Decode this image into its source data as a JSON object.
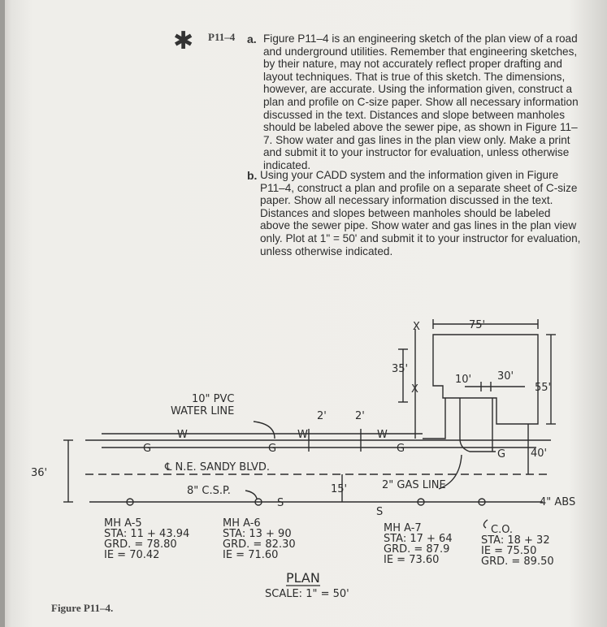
{
  "problem": {
    "mark": "✱",
    "number": "P11–4",
    "items": [
      {
        "label": "a.",
        "text": "Figure P11–4 is an engineering sketch of the plan view of a road and underground utilities. Remember that engineering sketches, by their nature, may not accurately reflect proper drafting and layout techniques. That is true of this sketch. The dimensions, however, are accurate. Using the information given, construct a plan and profile on C-size paper. Show all necessary information discussed in the text. Distances and slope between manholes should be labeled above the sewer pipe, as shown in Figure 11–7. Show water and gas lines in the plan view only. Make a print and submit it to your instructor for evaluation, unless otherwise indicated."
      },
      {
        "label": "b.",
        "text": "Using your CADD system and the information given in Figure P11–4, construct a plan and profile on a separate sheet of C-size paper. Show all necessary information discussed in the text. Distances and slopes between manholes should be labeled above the sewer pipe. Show water and gas lines in the plan view only. Plot at 1\" = 50' and submit it to your instructor for evaluation, unless otherwise indicated."
      }
    ]
  },
  "sketch": {
    "water_line_label_1": "10\" PVC",
    "water_line_label_2": "WATER LINE",
    "water_symbol": "W",
    "gas_symbol": "G",
    "sewer_symbol": "S",
    "x_symbol": "X",
    "road_name": "℄ N.E. SANDY BLVD.",
    "sewer_pipe_label": "8\" C.S.P.",
    "gas_line_label": "2\" GAS LINE",
    "abs_label": "4\" ABS",
    "dims": {
      "road_width": "36'",
      "building_width": "75'",
      "building_depth": "55'",
      "building_setback": "35'",
      "notch_left": "10'",
      "notch_right": "30'",
      "service_offset": "40'",
      "water_offset_1": "2'",
      "water_offset_2": "2'",
      "sewer_offset": "15'"
    },
    "manholes": [
      {
        "name": "MH A-5",
        "sta": "STA: 11 + 43.94",
        "grd": "GRD. = 78.80",
        "ie": "IE = 70.42"
      },
      {
        "name": "MH A-6",
        "sta": "STA: 13 + 90",
        "grd": "GRD. = 82.30",
        "ie": "IE = 71.60"
      },
      {
        "name": "MH A-7",
        "sta": "STA: 17 + 64",
        "grd": "GRD. = 87.9",
        "ie": "IE = 73.60"
      }
    ],
    "cleanout": {
      "name": "C.O.",
      "sta": "STA: 18 + 32",
      "ie": "IE = 75.50",
      "grd": "GRD. = 89.50"
    },
    "title": "PLAN",
    "scale": "SCALE: 1\" = 50'"
  },
  "caption": "Figure P11–4."
}
